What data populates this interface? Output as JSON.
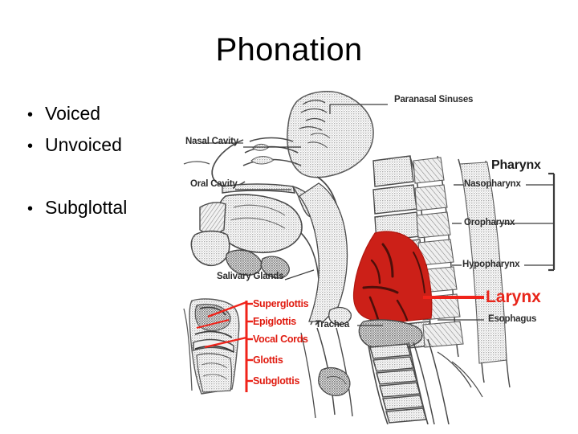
{
  "slide": {
    "title": "Phonation",
    "background_color": "#ffffff",
    "text_color": "#000000"
  },
  "bullets": [
    {
      "text": "Voiced",
      "blank": false
    },
    {
      "text": "Unvoiced",
      "blank": false
    },
    {
      "text": "",
      "blank": true
    },
    {
      "text": "Subglottal",
      "blank": false
    }
  ],
  "figure": {
    "name": "head-and-neck-sagittal-anatomy-diagram",
    "highlight_color": "#cc2018",
    "label_color": "#2b2b2b",
    "red_label_color": "#e01b10",
    "labels_left": [
      {
        "text": "Nasal Cavity"
      },
      {
        "text": "Oral Cavity"
      },
      {
        "text": "Salivary Glands"
      },
      {
        "text": "Trachea"
      }
    ],
    "labels_right": [
      {
        "text": "Paranasal Sinuses"
      },
      {
        "text": "Pharynx"
      },
      {
        "text": "Nasopharynx"
      },
      {
        "text": "Oropharynx"
      },
      {
        "text": "Hypopharynx"
      },
      {
        "text": "Larynx"
      },
      {
        "text": "Esophagus"
      }
    ],
    "inset": {
      "name": "larynx-cross-section-inset",
      "labels": [
        {
          "text": "Superglottis"
        },
        {
          "text": "Epiglottis"
        },
        {
          "text": "Vocal Cords"
        },
        {
          "text": "Glottis"
        },
        {
          "text": "Subglottis"
        }
      ]
    }
  }
}
